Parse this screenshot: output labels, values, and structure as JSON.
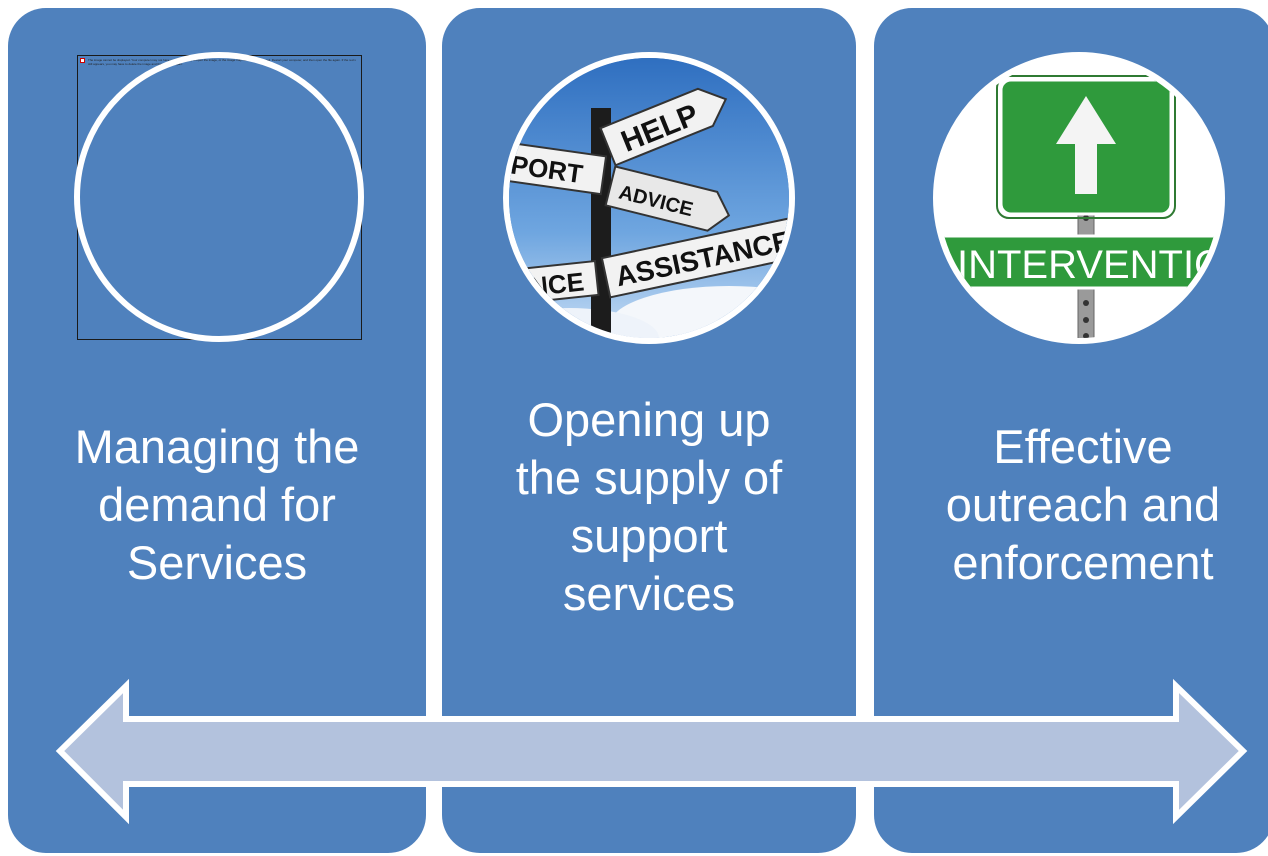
{
  "panels": [
    {
      "label_lines": [
        "Managing the",
        "demand for",
        "Services"
      ],
      "image": {
        "kind": "broken-image-placeholder",
        "message": "The image cannot be displayed. Your computer may not have enough memory to open the image, or the image may have been corrupted. Restart your computer, and then open the file again. If the red x still appears, you may have to delete the image and then insert it again."
      }
    },
    {
      "label_lines": [
        "Opening up",
        "the supply of",
        "support",
        "services"
      ],
      "image": {
        "kind": "signpost",
        "signs": [
          "HELP",
          "PORT",
          "ADVICE",
          "ASSISTANCE",
          "NCE"
        ]
      }
    },
    {
      "label_lines": [
        "Effective",
        "outreach and",
        "enforcement"
      ],
      "image": {
        "kind": "road-sign",
        "sign_text": "INTERVENTION",
        "icon": "up-arrow-icon"
      }
    }
  ],
  "arrow": {
    "icon": "double-headed-arrow",
    "fill": "#b3c2dd",
    "stroke": "#ffffff"
  },
  "colors": {
    "panel": "#4f81bd",
    "text": "#ffffff",
    "sign_green": "#2f9a3c"
  }
}
